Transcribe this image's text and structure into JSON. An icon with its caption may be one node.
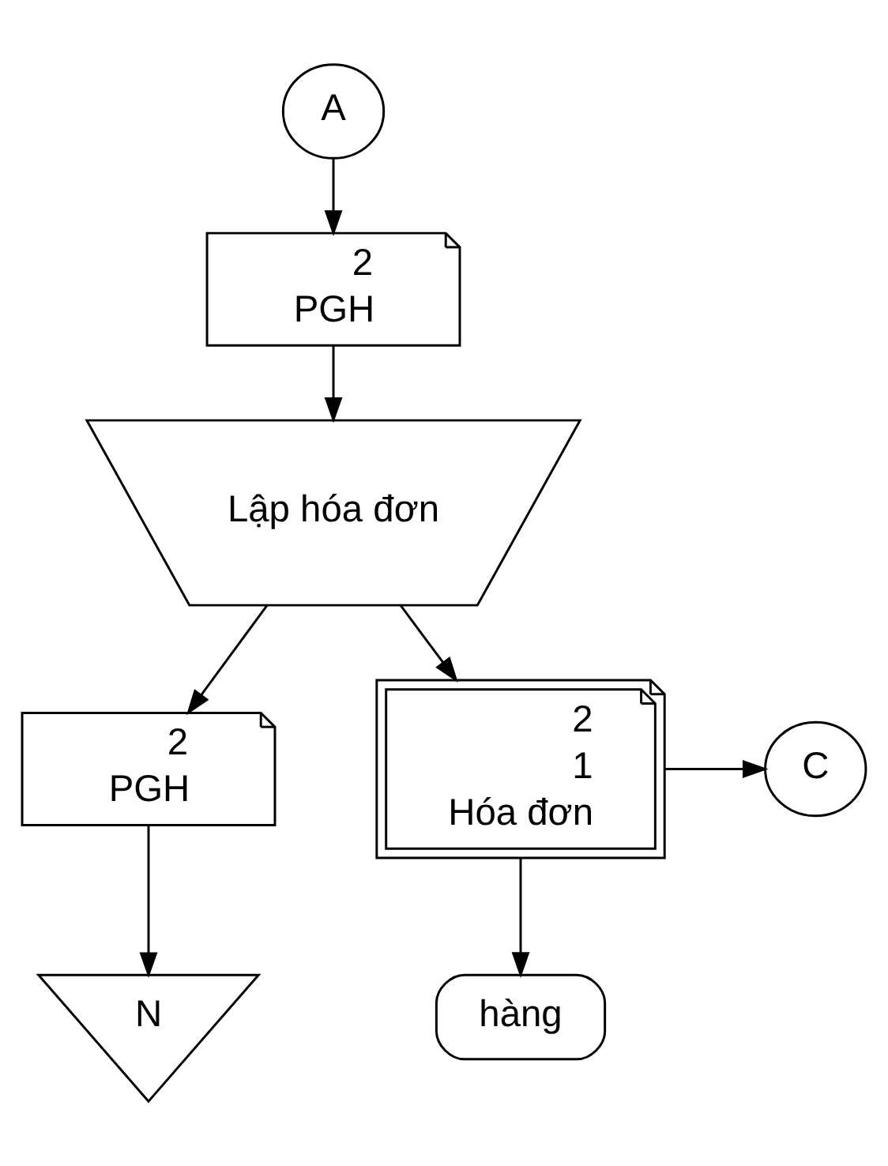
{
  "diagram": {
    "nodes": [
      {
        "text": [
          "A"
        ]
      },
      {
        "text": [
          "2",
          "PGH"
        ]
      },
      {
        "text": [
          "Lập hóa đơn"
        ]
      },
      {
        "text": [
          "2",
          "PGH"
        ]
      },
      {
        "text": [
          "N"
        ]
      },
      {
        "text": [
          "2",
          "1",
          "Hóa đơn"
        ]
      },
      {
        "text": [
          "C"
        ]
      },
      {
        "text": [
          "hàng"
        ]
      }
    ],
    "edges": [
      {
        "from": 0,
        "to": 1,
        "arrow": "to"
      },
      {
        "from": 1,
        "to": 2,
        "arrow": "to"
      },
      {
        "from": 2,
        "to": 3,
        "arrow": "to"
      },
      {
        "from": 3,
        "to": 4,
        "arrow": "to"
      },
      {
        "from": 2,
        "to": 5,
        "arrow": "to"
      },
      {
        "from": 5,
        "to": 6,
        "arrow": "to"
      },
      {
        "from": 5,
        "to": 7,
        "arrow": "to"
      }
    ]
  }
}
